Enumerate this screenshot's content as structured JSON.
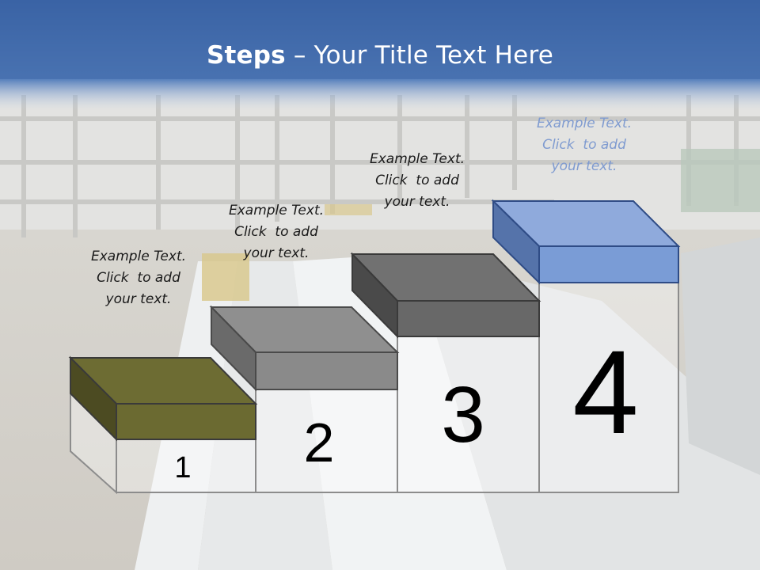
{
  "title": {
    "bold": "Steps",
    "rest": " – Your Title Text Here"
  },
  "steps": [
    {
      "number": "1",
      "caption": [
        "Example Text.",
        "Click  to add",
        "your text."
      ],
      "color": "#6b6b32"
    },
    {
      "number": "2",
      "caption": [
        "Example Text.",
        "Click  to add",
        "your text."
      ],
      "color": "#8c8c8c"
    },
    {
      "number": "3",
      "caption": [
        "Example Text.",
        "Click  to add",
        "your text."
      ],
      "color": "#6e6e6e"
    },
    {
      "number": "4",
      "caption": [
        "Example Text.",
        "Click  to add",
        "your text."
      ],
      "color": "#7f9ed6"
    }
  ],
  "colors": {
    "header": "#3a64a6",
    "block_edge": "#3a4f7a"
  }
}
